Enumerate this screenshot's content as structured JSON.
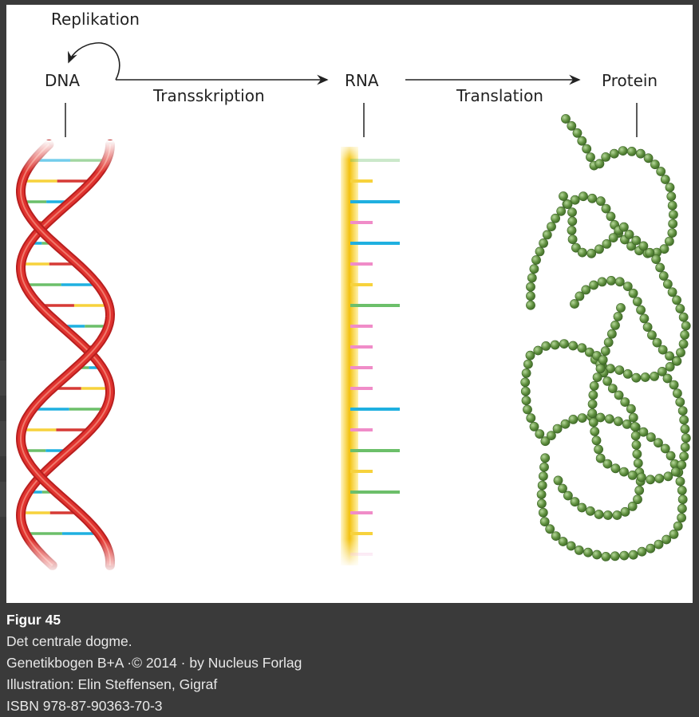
{
  "figure": {
    "labels": {
      "replication": "Replikation",
      "dna": "DNA",
      "transcription": "Transskription",
      "rna": "RNA",
      "translation": "Translation",
      "protein": "Protein"
    },
    "colors": {
      "helix": "#e0322e",
      "rna_backbone": "#f5c518",
      "protein_bead": "#5a8a3c",
      "base_blue": "#1fb0e0",
      "base_yellow": "#f7d23c",
      "base_green": "#6cbf6a",
      "base_pink": "#f08cc8",
      "base_red": "#d63a35"
    }
  },
  "caption": {
    "title": "Figur 45",
    "description": "Det centrale dogme.",
    "source": "Genetikbogen B+A ·© 2014 · by Nucleus Forlag",
    "illustration": "Illustration: Elin Steffensen, Gigraf",
    "isbn": "ISBN 978-87-90363-70-3"
  }
}
